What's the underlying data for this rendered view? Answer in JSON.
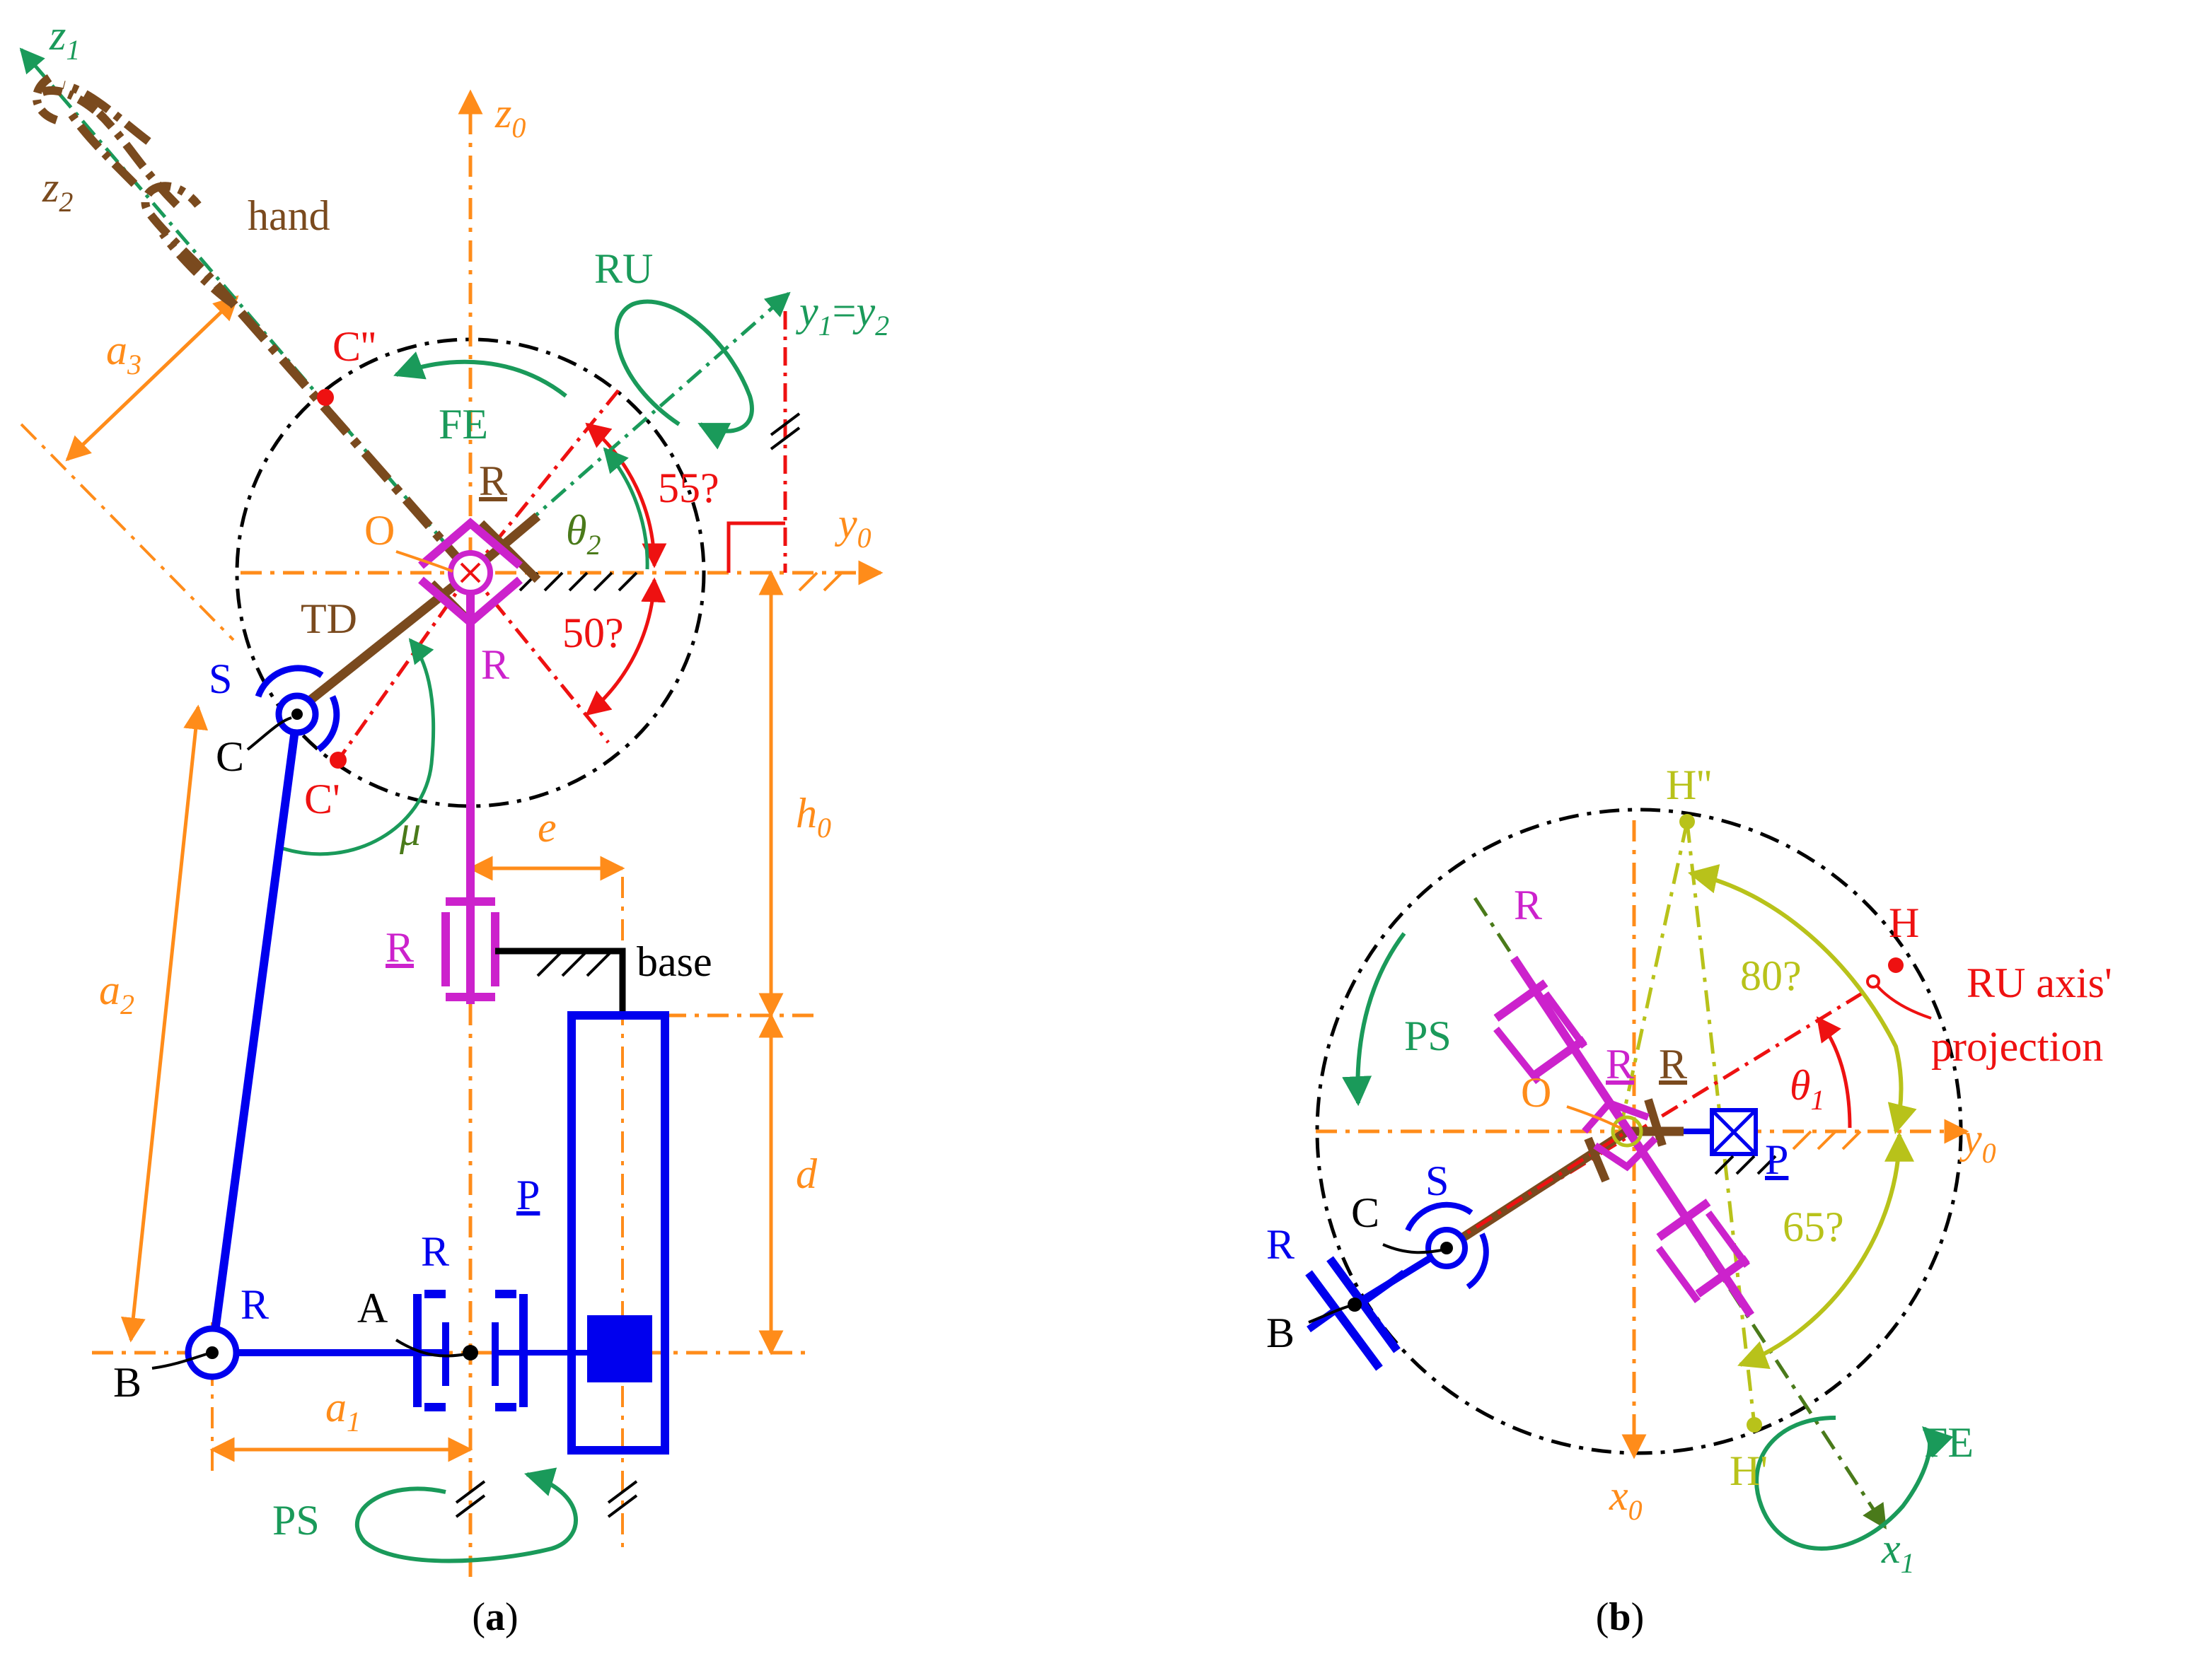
{
  "colors": {
    "orange": "#ff8c1a",
    "blue": "#0000ee",
    "magenta": "#cc22cc",
    "brown": "#7a4a1e",
    "green": "#1a9a5a",
    "olive": "#4a7a1a",
    "red": "#ee1111",
    "yellowgreen": "#b8c21a",
    "black": "#000000"
  },
  "panel_a": {
    "caption": {
      "open": "(",
      "letter": "a",
      "close": ")"
    },
    "axes": {
      "z0": {
        "base": "z",
        "sub": "0"
      },
      "y0": {
        "base": "y",
        "sub": "0"
      },
      "z1": {
        "base": "z",
        "sub": "1"
      },
      "z2": {
        "base": "z",
        "sub": "2"
      },
      "y1y2": {
        "a": "y",
        "a_sub": "1",
        "eq": "=",
        "b": "y",
        "b_sub": "2"
      }
    },
    "labels": {
      "hand": "hand",
      "ru": "RU",
      "fe": "FE",
      "ps": "PS",
      "td": "TD",
      "base": "base",
      "o": "O",
      "c2": "C''",
      "c1": "C'",
      "c": "C",
      "a": "A",
      "b": "B",
      "s": "S",
      "r_top": "R",
      "r_mid": "R",
      "r_base": "R",
      "r_b": "R",
      "r_a": "R",
      "p": "P"
    },
    "angles": {
      "a55": "55?",
      "a50": "50?",
      "theta2": {
        "base": "θ",
        "sub": "2"
      },
      "mu": "μ"
    },
    "dims": {
      "a1": {
        "base": "a",
        "sub": "1"
      },
      "a2": {
        "base": "a",
        "sub": "2"
      },
      "a3": {
        "base": "a",
        "sub": "3"
      },
      "h0": {
        "base": "h",
        "sub": "0"
      },
      "d": "d",
      "e": "e"
    }
  },
  "panel_b": {
    "caption": {
      "open": "(",
      "letter": "b",
      "close": ")"
    },
    "axes": {
      "x0": {
        "base": "x",
        "sub": "0"
      },
      "y0": {
        "base": "y",
        "sub": "0"
      },
      "x1": {
        "base": "x",
        "sub": "1"
      }
    },
    "labels": {
      "h2": "H''",
      "h": "H",
      "h1": "H'",
      "ru_proj_line1": "RU axis'",
      "ru_proj_line2": "projection",
      "ps": "PS",
      "fe": "FE",
      "o": "O",
      "s": "S",
      "c": "C",
      "b": "B",
      "r_top": "R",
      "r_u": "R",
      "r_brown": "R",
      "r_blue": "R",
      "p": "P"
    },
    "angles": {
      "a80": "80?",
      "a65": "65?",
      "theta1": {
        "base": "θ",
        "sub": "1"
      }
    }
  }
}
